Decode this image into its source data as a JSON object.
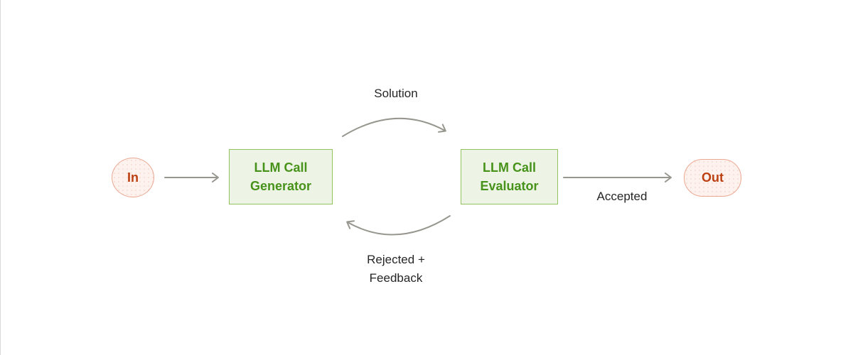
{
  "nodes": {
    "in": {
      "label": "In"
    },
    "generator": {
      "label": "LLM Call Generator"
    },
    "evaluator": {
      "label": "LLM Call Evaluator"
    },
    "out": {
      "label": "Out"
    }
  },
  "edges": {
    "solution": {
      "label": "Solution"
    },
    "accepted": {
      "label": "Accepted"
    },
    "rejected_feedback": {
      "label": "Rejected + Feedback"
    }
  },
  "colors": {
    "green_fill": "#eef4e5",
    "green_border": "#92c25e",
    "green_text": "#47921a",
    "pink_fill": "#fdf2ed",
    "pink_dot": "#f3ddd3",
    "pink_border": "#eba893",
    "pink_text": "#bc4012",
    "arrow": "#98978f",
    "label_text": "#262626",
    "background": "#ffffff",
    "screen_edge": "#d9d9d9"
  }
}
